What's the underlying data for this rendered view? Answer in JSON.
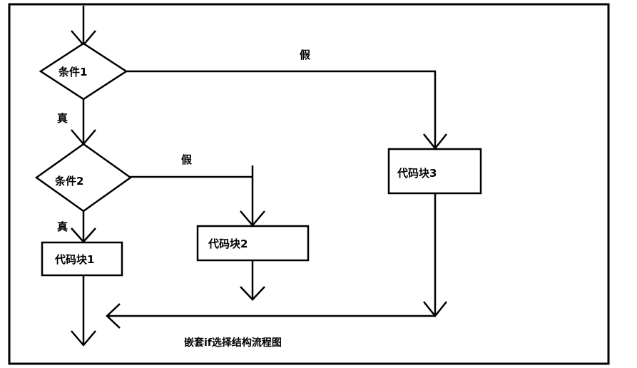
{
  "nodes": {
    "cond1": "条件1",
    "cond2": "条件2",
    "block1": "代码块1",
    "block2": "代码块2",
    "block3": "代码块3"
  },
  "edges": {
    "cond1_true": "真",
    "cond1_false": "假",
    "cond2_true": "真",
    "cond2_false": "假"
  },
  "caption": "嵌套if选择结构流程图",
  "colors": {
    "stroke": "#000000",
    "background": "#ffffff"
  }
}
